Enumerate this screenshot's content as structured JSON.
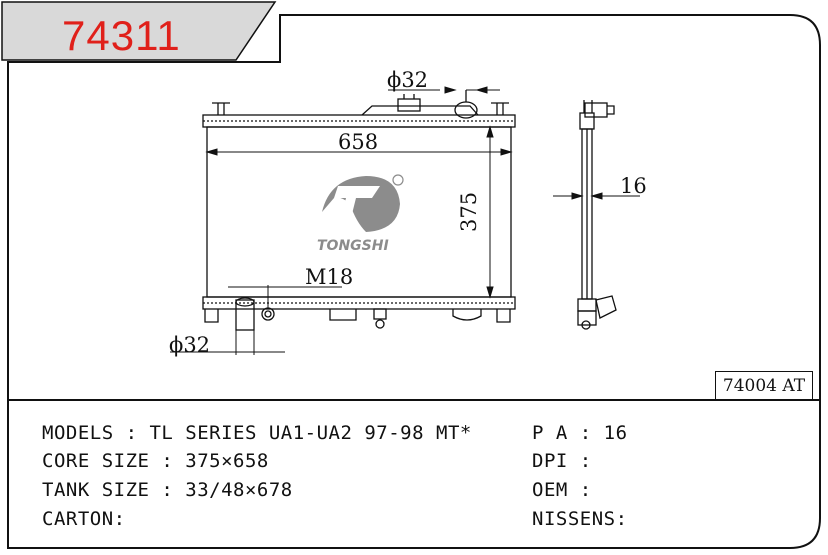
{
  "title": {
    "code": "74311"
  },
  "drawing": {
    "inlet_diameter": "ϕ32",
    "outlet_diameter": "ϕ32",
    "core_width": "658",
    "core_height": "375",
    "drain_thread": "M18",
    "core_thickness": "16",
    "logo_text": "TONGSHI",
    "logo_mark": "®"
  },
  "reference_box": "74004 AT",
  "specs": {
    "models": {
      "label": "MODELS",
      "value": "TL SERIES UA1-UA2 97-98 MT*"
    },
    "core_size": {
      "label": "CORE SIZE",
      "value": "375×658"
    },
    "tank_size": {
      "label": "TANK SIZE",
      "value": "33/48×678"
    },
    "carton": {
      "label": "CARTON:",
      "value": ""
    },
    "pa": {
      "label": "P A",
      "value": "16"
    },
    "dpi": {
      "label": "DPI",
      "value": ""
    },
    "oem": {
      "label": "OEM",
      "value": ""
    },
    "nissens": {
      "label": "NISSENS:",
      "value": ""
    }
  },
  "colors": {
    "title": "#e0201a",
    "logo": "#8c8c8c",
    "tab": "#d9d9d9"
  }
}
